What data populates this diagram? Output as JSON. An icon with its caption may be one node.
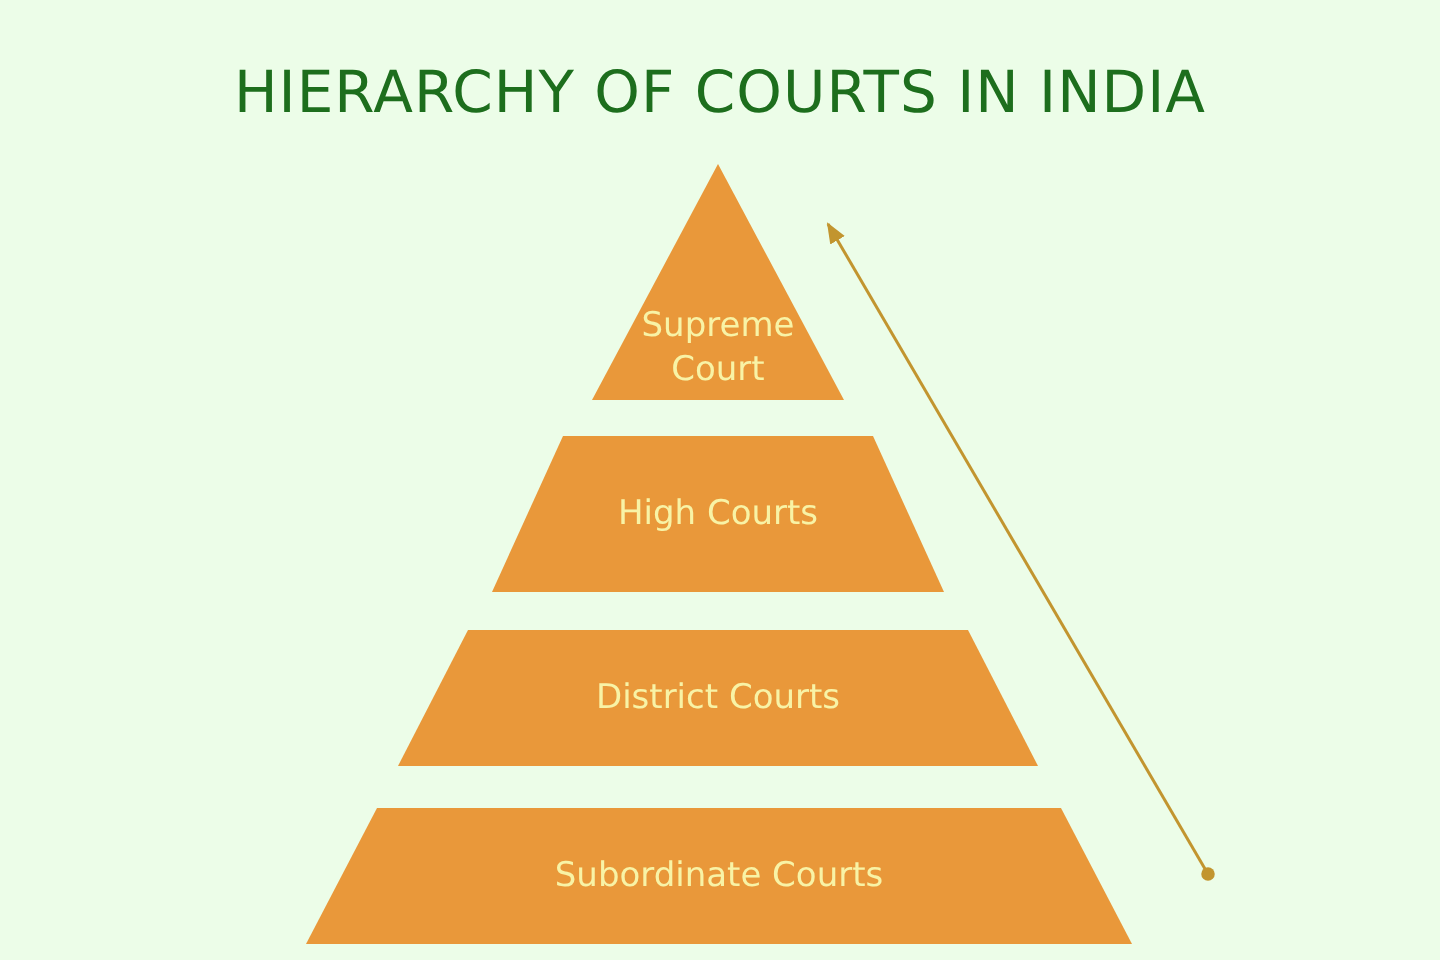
{
  "diagram": {
    "title": "HIERARCHY OF COURTS IN INDIA",
    "nodes": [
      {
        "text": [
          "Supreme Court"
        ]
      },
      {
        "text": [
          "High Courts"
        ]
      },
      {
        "text": [
          "District Courts"
        ]
      },
      {
        "text": [
          "Subordinate Courts"
        ]
      }
    ]
  }
}
